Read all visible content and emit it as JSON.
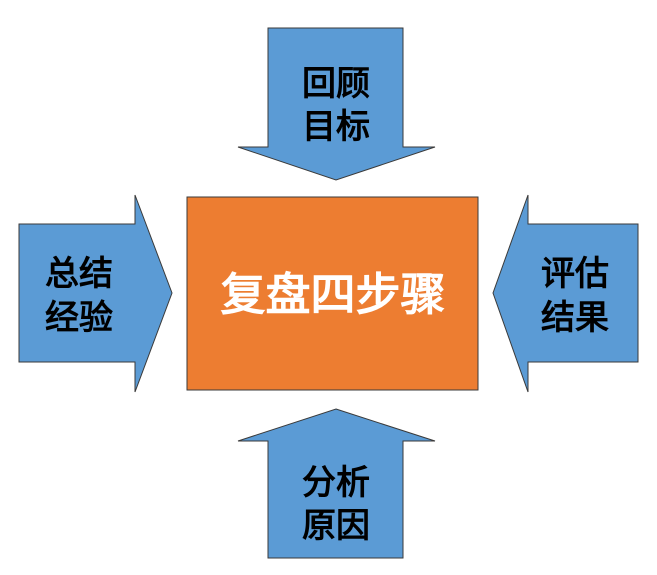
{
  "colors": {
    "arrow_fill": "#5b9bd5",
    "center_fill": "#ed7d31",
    "center_text": "#ffffff",
    "arrow_text": "#000000"
  },
  "center": {
    "label": "复盘四步骤"
  },
  "arrows": {
    "top": {
      "line1": "回顾",
      "line2": "目标"
    },
    "right": {
      "line1": "评估",
      "line2": "结果"
    },
    "bottom": {
      "line1": "分析",
      "line2": "原因"
    },
    "left": {
      "line1": "总结",
      "line2": "经验"
    }
  }
}
